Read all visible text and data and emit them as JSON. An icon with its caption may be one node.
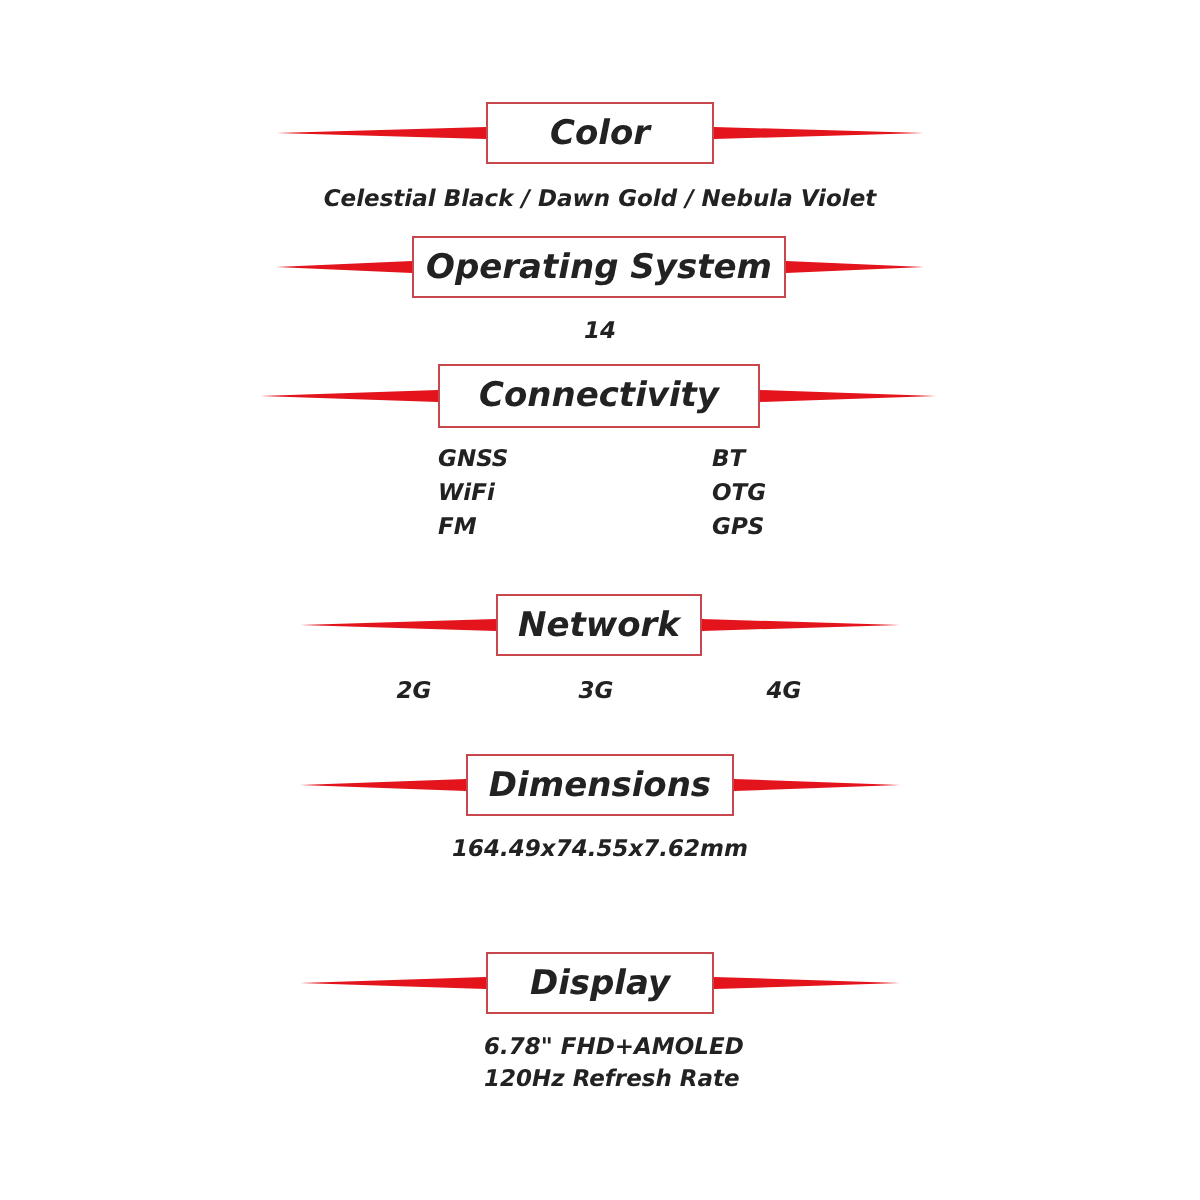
{
  "diagram": {
    "nodes": [
      {
        "text": [
          "Color"
        ],
        "beside": [
          "Celestial Black / Dawn Gold / Nebula Violet"
        ]
      },
      {
        "text": [
          "Operating System"
        ],
        "beside": [
          "14"
        ]
      },
      {
        "text": [
          "Connectivity"
        ],
        "beside": [
          "GNSS",
          "BT",
          "WiFi",
          "OTG",
          "FM",
          "GPS"
        ]
      },
      {
        "text": [
          "Network"
        ],
        "beside": [
          "2G",
          "3G",
          "4G"
        ]
      },
      {
        "text": [
          "Dimensions"
        ],
        "beside": [
          "164.49x74.55x7.62mm"
        ]
      },
      {
        "text": [
          "Display"
        ],
        "beside": [
          "6.78\" FHD+AMOLED",
          "120Hz Refresh Rate"
        ]
      }
    ]
  }
}
